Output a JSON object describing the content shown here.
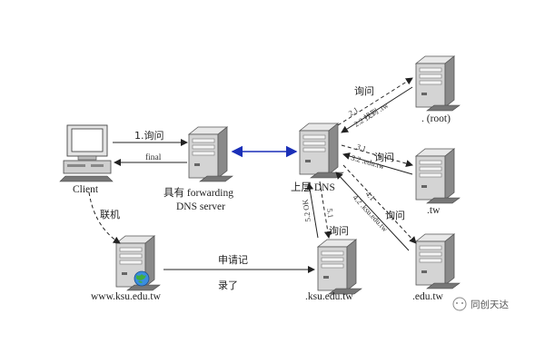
{
  "nodes": {
    "client": "Client",
    "forwarding_line1": "具有 forwarding",
    "forwarding_line2": "DNS server",
    "upper_dns": "上层 DNS",
    "root": ". (root)",
    "tw": ".tw",
    "edu_tw": ".edu.tw",
    "ksu_edu_tw": ".ksu.edu.tw",
    "www_host": "www.ksu.edu.tw"
  },
  "edges": {
    "step1_query": "1.询问",
    "final": "final",
    "connect": "联机",
    "apply_record_1": "申请记",
    "apply_record_2": "录了",
    "step21": "2.1",
    "step22": "2.2 找到 .tw",
    "query_root": "询问",
    "step31": "3.1",
    "step32": "3.2 .edu.tw",
    "query_tw": "询问",
    "step41": "4.1",
    "step42": "4.2 .ksu.edu.tw",
    "query_edu": "询问",
    "step51": "5.1",
    "step52": "5.2 OK",
    "query_ksu": "询问"
  },
  "watermark": "同创天达",
  "colors": {
    "arrow_blue": "#1a2fb8",
    "server_light": "#d8d8d8",
    "server_dark": "#8a8a8a",
    "screen_blue": "#9fd7ee"
  }
}
